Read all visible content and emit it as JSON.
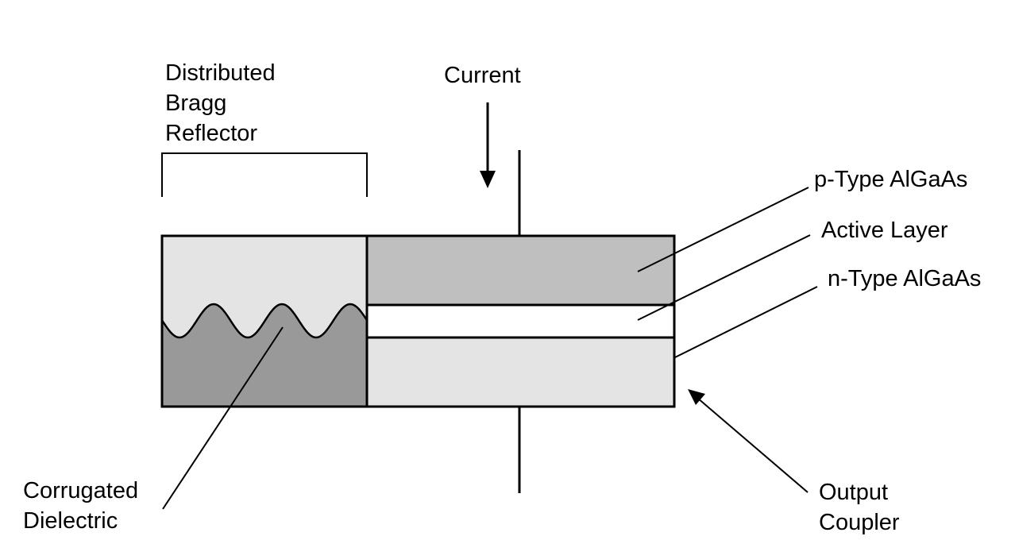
{
  "title": "DBR laser cross-section",
  "colors": {
    "dbr_upper": "#e4e4e4",
    "dbr_lower": "#999999",
    "p_type": "#bfbfbf",
    "active": "#ffffff",
    "n_type": "#e4e4e4",
    "stroke": "#000000"
  },
  "labels": {
    "dbr": [
      "Distributed",
      "Bragg",
      "Reflector"
    ],
    "current": "Current",
    "p_type": "p-Type AlGaAs",
    "active": "Active Layer",
    "n_type": "n-Type AlGaAs",
    "corrugated": [
      "Corrugated",
      "Dielectric"
    ],
    "output": [
      "Output",
      "Coupler"
    ]
  },
  "icons": {
    "current_arrow": "arrow-down",
    "output_arrow": "arrow-up-left"
  }
}
